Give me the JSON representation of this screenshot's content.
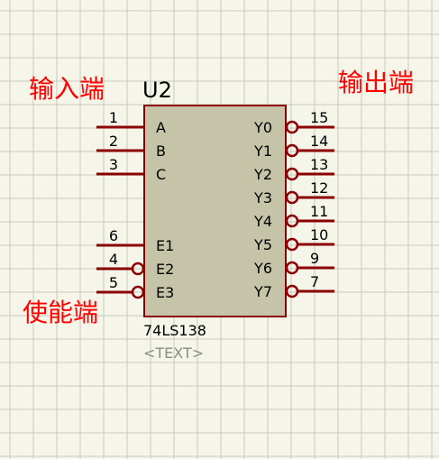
{
  "annotations": {
    "input_label": "输入端",
    "output_label": "输出端",
    "enable_label": "使能端"
  },
  "component": {
    "reference": "U2",
    "part_name": "74LS138",
    "value_placeholder": "<TEXT>"
  },
  "pins_left": [
    {
      "number": "1",
      "name": "A",
      "inverted": false
    },
    {
      "number": "2",
      "name": "B",
      "inverted": false
    },
    {
      "number": "3",
      "name": "C",
      "inverted": false
    },
    {
      "number": "6",
      "name": "E1",
      "inverted": false
    },
    {
      "number": "4",
      "name": "E2",
      "inverted": true
    },
    {
      "number": "5",
      "name": "E3",
      "inverted": true
    }
  ],
  "pins_right": [
    {
      "number": "15",
      "name": "Y0",
      "inverted": true
    },
    {
      "number": "14",
      "name": "Y1",
      "inverted": true
    },
    {
      "number": "13",
      "name": "Y2",
      "inverted": true
    },
    {
      "number": "12",
      "name": "Y3",
      "inverted": true
    },
    {
      "number": "11",
      "name": "Y4",
      "inverted": true
    },
    {
      "number": "10",
      "name": "Y5",
      "inverted": true
    },
    {
      "number": "9",
      "name": "Y6",
      "inverted": true
    },
    {
      "number": "7",
      "name": "Y7",
      "inverted": true
    }
  ],
  "colors": {
    "background": "#f5f5ea",
    "grid": "#c9c9bd",
    "component_body": "#c5c3a8",
    "component_outline": "#8b0000",
    "pin": "#8b0000",
    "annotation": "#ff0000",
    "text": "#000000",
    "placeholder_text": "#8c8c8c"
  }
}
